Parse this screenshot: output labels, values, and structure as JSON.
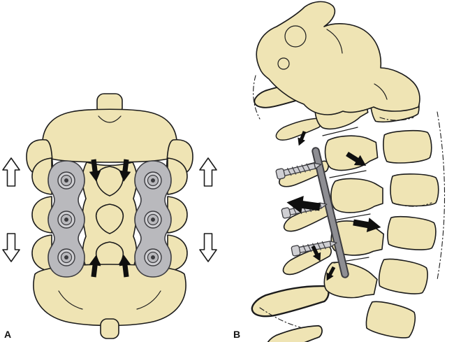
{
  "figure": {
    "panels": [
      {
        "label": "A"
      },
      {
        "label": "B"
      }
    ]
  },
  "panel_a": {
    "label": "A",
    "implants": [
      "lateral-mass-plate-left",
      "lateral-mass-plate-right"
    ],
    "screw_count": 6,
    "arrows": {
      "black_compression": [
        "down-inner-left",
        "down-inner-right",
        "up-inner-left",
        "up-inner-right"
      ],
      "white_distraction": [
        "up-outer-left",
        "down-outer-left",
        "up-outer-right",
        "down-outer-right"
      ]
    }
  },
  "panel_b": {
    "label": "B",
    "implants": [
      "oblique-rod",
      "lag-screw-upper",
      "lag-screw-middle",
      "lag-screw-lower"
    ],
    "arrows": {
      "black_force": [
        "down-top",
        "down-right-upper",
        "left-large-middle",
        "right-middle",
        "down-right-lower",
        "down-left-bottom"
      ]
    }
  },
  "colors": {
    "bone": "#efe4b4",
    "outline": "#1b1b1b",
    "plate": "#b9b9bd",
    "plate_edge": "#3c3c40",
    "screw": "#cfcfd3",
    "rod": "#8e8e93",
    "arrow_black": "#0f0f0f",
    "arrow_white": "#ffffff",
    "background": "#ffffff"
  }
}
